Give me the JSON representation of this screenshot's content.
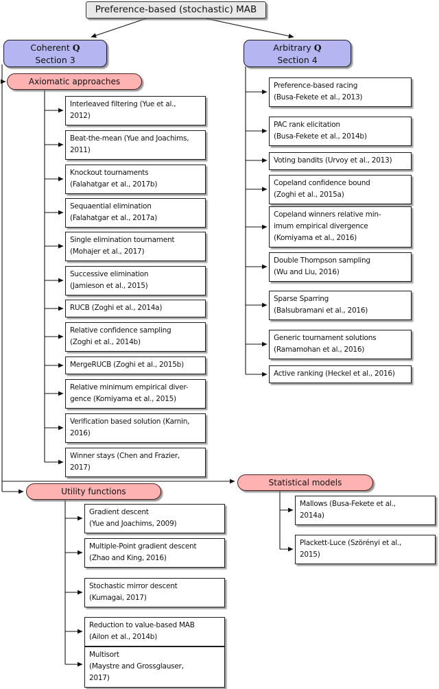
{
  "colors": {
    "root_fill": "#e9e9e9",
    "section_fill": "#b5b5f1",
    "group_fill": "#ffb2b2",
    "leaf_fill": "#ffffff"
  },
  "root": {
    "title": "Preference-based (stochastic) MAB"
  },
  "sections": {
    "coherent": {
      "title_prefix": "Coherent",
      "title_symbol": "Q",
      "subtitle": "Section 3"
    },
    "arbitrary": {
      "title_prefix": "Arbitrary",
      "title_symbol": "Q",
      "subtitle": "Section 4"
    }
  },
  "groups": {
    "axiomatic": {
      "label": "Axiomatic approaches",
      "items": [
        "Interleaved filtering (Yue et al.,\n2012)",
        "Beat-the-mean (Yue and Joachims,\n2011)",
        "Knockout tournaments\n(Falahatgar et al., 2017b)",
        "Sequaential elimination\n(Falahatgar et al., 2017a)",
        "Single elimination tournament\n(Mohajer et al., 2017)",
        "Successive elimination\n(Jamieson et al., 2015)",
        "RUCB (Zoghi et al., 2014a)",
        "Relative confidence sampling\n(Zoghi et al., 2014b)",
        "MergeRUCB (Zoghi et al., 2015b)",
        "Relative minimum empirical diver-\ngence (Komiyama et al., 2015)",
        "Verification based solution (Karnin,\n2016)",
        "Winner stays (Chen and Frazier,\n2017)"
      ]
    },
    "utility": {
      "label": "Utility functions",
      "items": [
        "Gradient descent\n(Yue and Joachims, 2009)",
        "Multiple-Point gradient descent\n(Zhao and King, 2016)",
        "Stochastic mirror descent\n(Kumagai, 2017)",
        "Reduction to value-based MAB\n(Ailon et al., 2014b)",
        "Multisort\n(Maystre and Grossglauser,\n2017)"
      ]
    },
    "statistical": {
      "label": "Statistical models",
      "items": [
        "Mallows (Busa-Fekete et al.,\n2014a)",
        "Plackett-Luce (Szörényi et al.,\n2015)"
      ]
    }
  },
  "arbitrary_items": [
    "Preference-based racing\n(Busa-Fekete et al., 2013)",
    "PAC rank elicitation\n(Busa-Fekete et al., 2014b)",
    "Voting bandits (Urvoy et al., 2013)",
    "Copeland confidence bound\n(Zoghi et al., 2015a)",
    "Copeland winners relative min-\nimum empirical divergence\n(Komiyama et al., 2016)",
    "Double Thompson sampling\n(Wu and Liu, 2016)",
    "Sparse Sparring\n(Balsubramani et al., 2016)",
    "Generic tournament solutions\n(Ramamohan et al., 2016)",
    "Active ranking (Heckel et al., 2016)"
  ]
}
